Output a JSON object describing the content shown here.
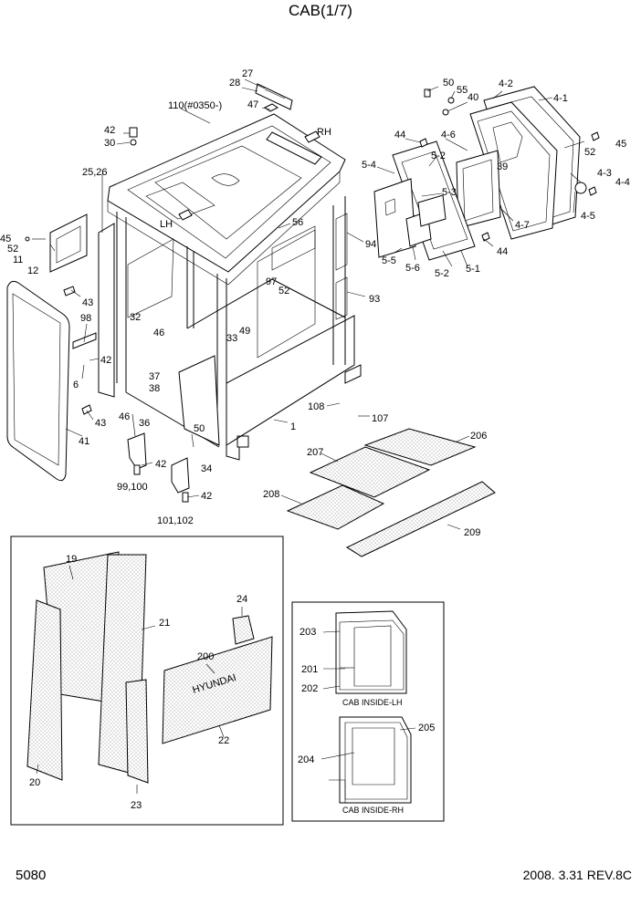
{
  "header": {
    "title": "CAB(1/7)"
  },
  "footer": {
    "page_number": "5080",
    "revision": "2008. 3.31  REV.8C"
  },
  "brand_text": "HYUNDAI",
  "direction_labels": {
    "rh": "RH",
    "lh": "LH"
  },
  "insets": {
    "lh_caption": "CAB INSIDE-LH",
    "rh_caption": "CAB INSIDE-RH"
  },
  "callouts": [
    "27",
    "28",
    "47",
    "110(#0350-)",
    "42",
    "30",
    "RH",
    "50",
    "55",
    "40",
    "4-2",
    "4-1",
    "44",
    "4-6",
    "52",
    "45",
    "5-4",
    "5-2",
    "5-3",
    "39",
    "4-3",
    "4-4",
    "4-5",
    "25,26",
    "LH",
    "56",
    "94",
    "45",
    "52",
    "11",
    "12",
    "4-7",
    "44",
    "5-5",
    "5-6",
    "5-2",
    "5-1",
    "97",
    "52",
    "43",
    "93",
    "98",
    "32",
    "46",
    "49",
    "33",
    "42",
    "6",
    "37",
    "38",
    "108",
    "107",
    "43",
    "46",
    "36",
    "50",
    "1",
    "206",
    "41",
    "207",
    "42",
    "34",
    "99,100",
    "42",
    "208",
    "101,102",
    "209",
    "19",
    "21",
    "24",
    "200",
    "20",
    "23",
    "22",
    "203",
    "201",
    "202",
    "205",
    "204"
  ]
}
